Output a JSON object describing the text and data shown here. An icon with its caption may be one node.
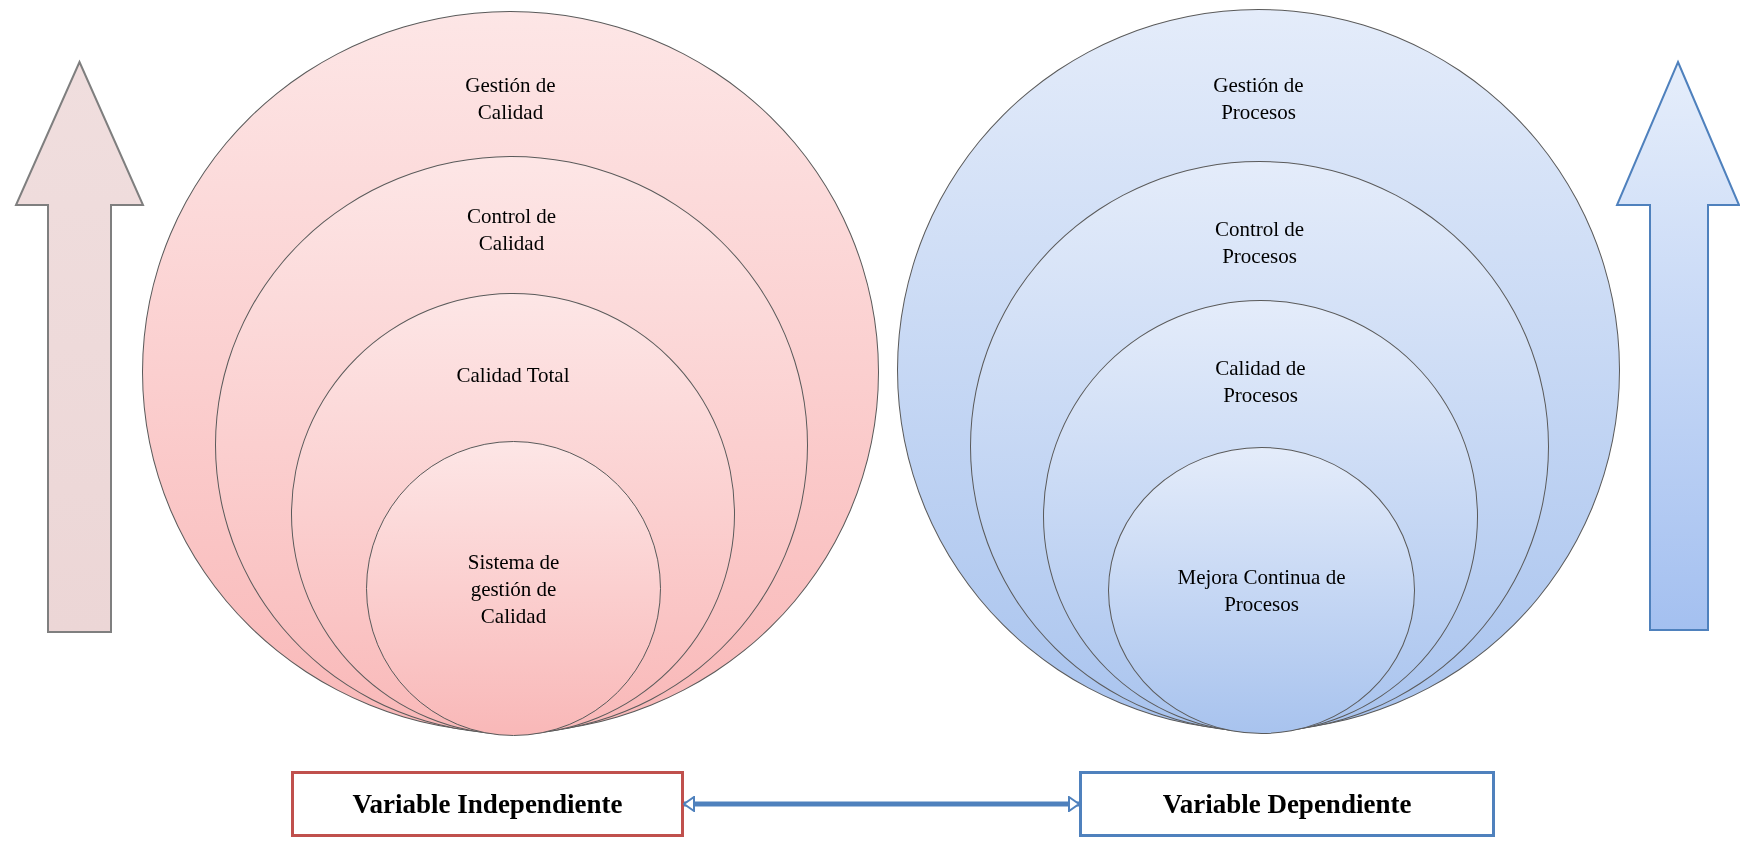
{
  "diagram": {
    "nodes": [
      {
        "text": [
          "Gestión de Calidad"
        ]
      },
      {
        "text": [
          "Control de Calidad"
        ],
        "in": 0
      },
      {
        "text": [
          "Calidad Total"
        ],
        "in": 1
      },
      {
        "text": [
          "Sistema de gestión de Calidad"
        ],
        "in": 2
      },
      {
        "text": [
          "Gestión de Procesos"
        ]
      },
      {
        "text": [
          "Control de Procesos"
        ],
        "in": 4
      },
      {
        "text": [
          "Calidad de Procesos"
        ],
        "in": 5
      },
      {
        "text": [
          "Mejora Continua de Procesos"
        ],
        "in": 6
      },
      {
        "text": [
          "Variable Independiente"
        ]
      },
      {
        "text": [
          "Variable Dependiente"
        ]
      }
    ],
    "edges": [
      {
        "from": 8,
        "to": 9,
        "arrow": "both"
      }
    ]
  }
}
